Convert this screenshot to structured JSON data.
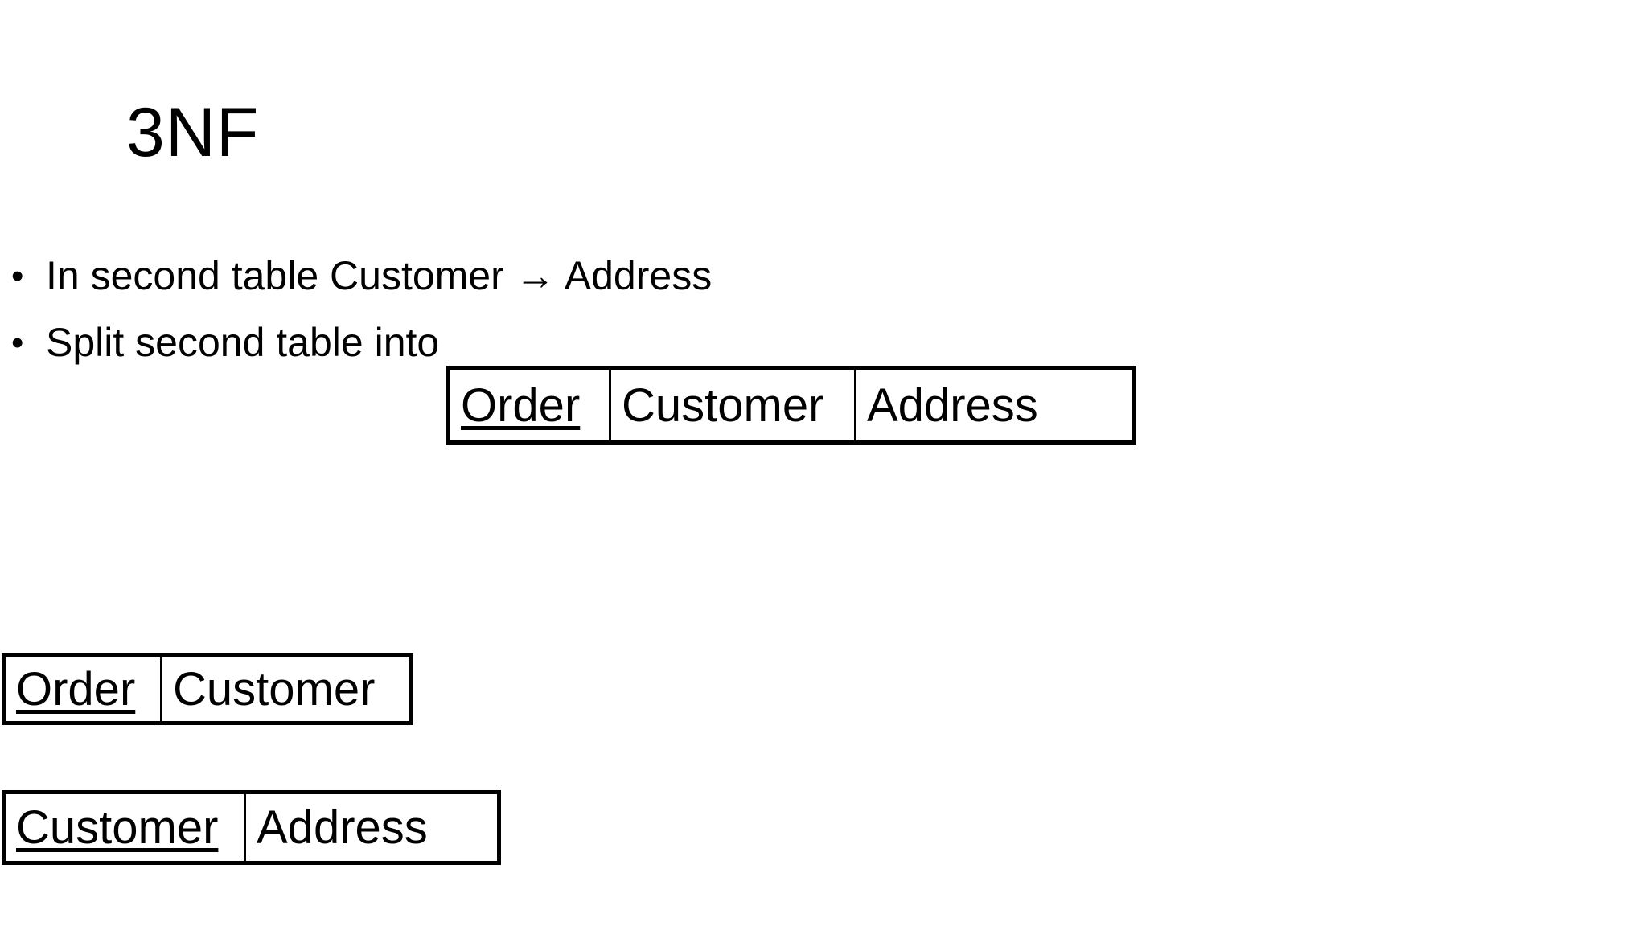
{
  "slide": {
    "title": "3NF",
    "bullet_glyph": "•",
    "bullets": [
      {
        "text": "In second table Customer → Address"
      },
      {
        "text": "Split second table into"
      }
    ],
    "tables": [
      {
        "id": "order-customer-address",
        "columns": [
          {
            "label": "Order",
            "underlined": true
          },
          {
            "label": "Customer",
            "underlined": false
          },
          {
            "label": "Address",
            "underlined": false
          }
        ]
      },
      {
        "id": "order-customer",
        "columns": [
          {
            "label": "Order",
            "underlined": true
          },
          {
            "label": "Customer",
            "underlined": false
          }
        ]
      },
      {
        "id": "customer-address",
        "columns": [
          {
            "label": "Customer",
            "underlined": true
          },
          {
            "label": "Address",
            "underlined": false
          }
        ]
      }
    ],
    "colors": {
      "background": "#ffffff",
      "text": "#000000",
      "table_border": "#000000"
    }
  }
}
